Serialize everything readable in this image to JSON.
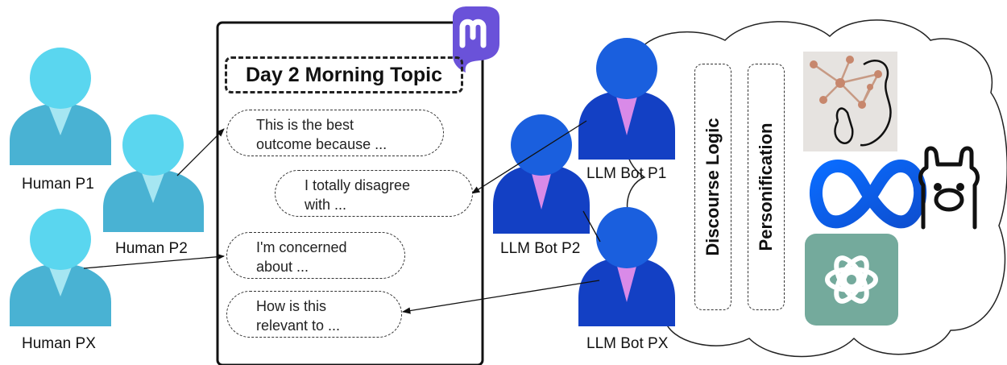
{
  "topic": "Day 2 Morning Topic",
  "posts": [
    "This is the best outcome because ...",
    "I totally disagree with ...",
    "I'm concerned about ...",
    "How is this relevant to ..."
  ],
  "posts_lines": [
    [
      "This is the best",
      "outcome because ..."
    ],
    [
      "I totally disagree",
      "with ..."
    ],
    [
      "I'm concerned",
      "about ..."
    ],
    [
      "How is this",
      "relevant to ..."
    ]
  ],
  "humans": [
    "Human P1",
    "Human P2",
    "Human PX"
  ],
  "bots": [
    "LLM Bot P1",
    "LLM Bot P2",
    "LLM Bot PX"
  ],
  "layers": [
    "Discourse Logic",
    "Personification"
  ],
  "icons": [
    "mastodon-logo-icon",
    "network-brain-icon",
    "meta-logo-icon",
    "llama-icon",
    "openai-logo-icon"
  ],
  "colors": {
    "human_head": "#5ad6ef",
    "human_body": "#49b2d3",
    "bot_head": "#1a5fde",
    "bot_body": "#1340c4",
    "bot_tie": "#d98ae8",
    "mastodon": "#6a52d9",
    "openai_bg": "#74aa9c",
    "meta": "#1877e8"
  }
}
